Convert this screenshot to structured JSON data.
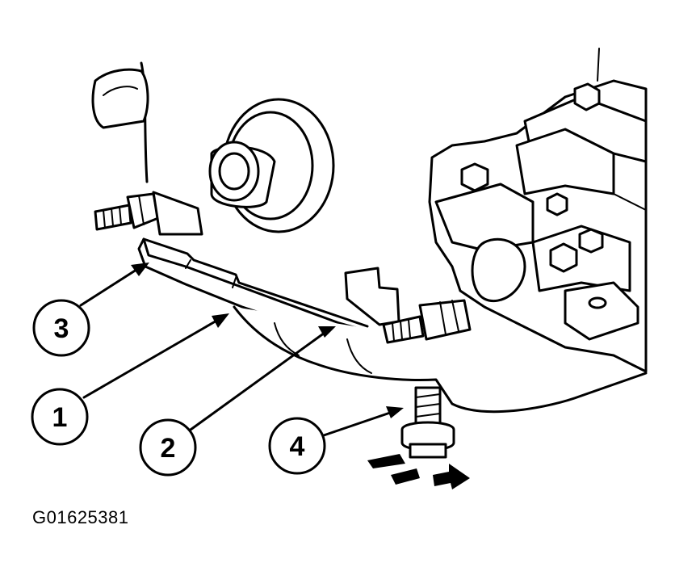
{
  "figure_id": "G01625381",
  "callouts": [
    {
      "label": "1"
    },
    {
      "label": "2"
    },
    {
      "label": "3"
    },
    {
      "label": "4"
    }
  ],
  "colors": {
    "ink": "#000000",
    "paper": "#ffffff"
  }
}
